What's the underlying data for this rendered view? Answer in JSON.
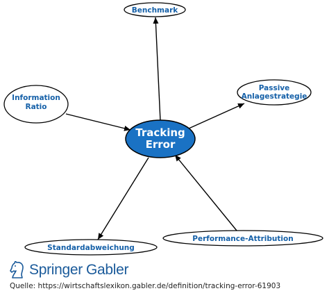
{
  "diagram": {
    "center": {
      "line1": "Tracking",
      "line2": "Error",
      "fill": "#1a72c4"
    },
    "nodes": {
      "benchmark": "Benchmark",
      "information_ratio_line1": "Information",
      "information_ratio_line2": "Ratio",
      "passive_line1": "Passive",
      "passive_line2": "Anlagestrategie",
      "standardabweichung": "Standardabweichung",
      "performance_attribution": "Performance-Attribution"
    },
    "colors": {
      "text": "#1560a8",
      "stroke": "#000000"
    }
  },
  "footer": {
    "brand_springer": "Springer",
    "brand_gabler": "Gabler",
    "source_text": "Quelle:  https://wirtschaftslexikon.gabler.de/definition/tracking-error-61903"
  }
}
